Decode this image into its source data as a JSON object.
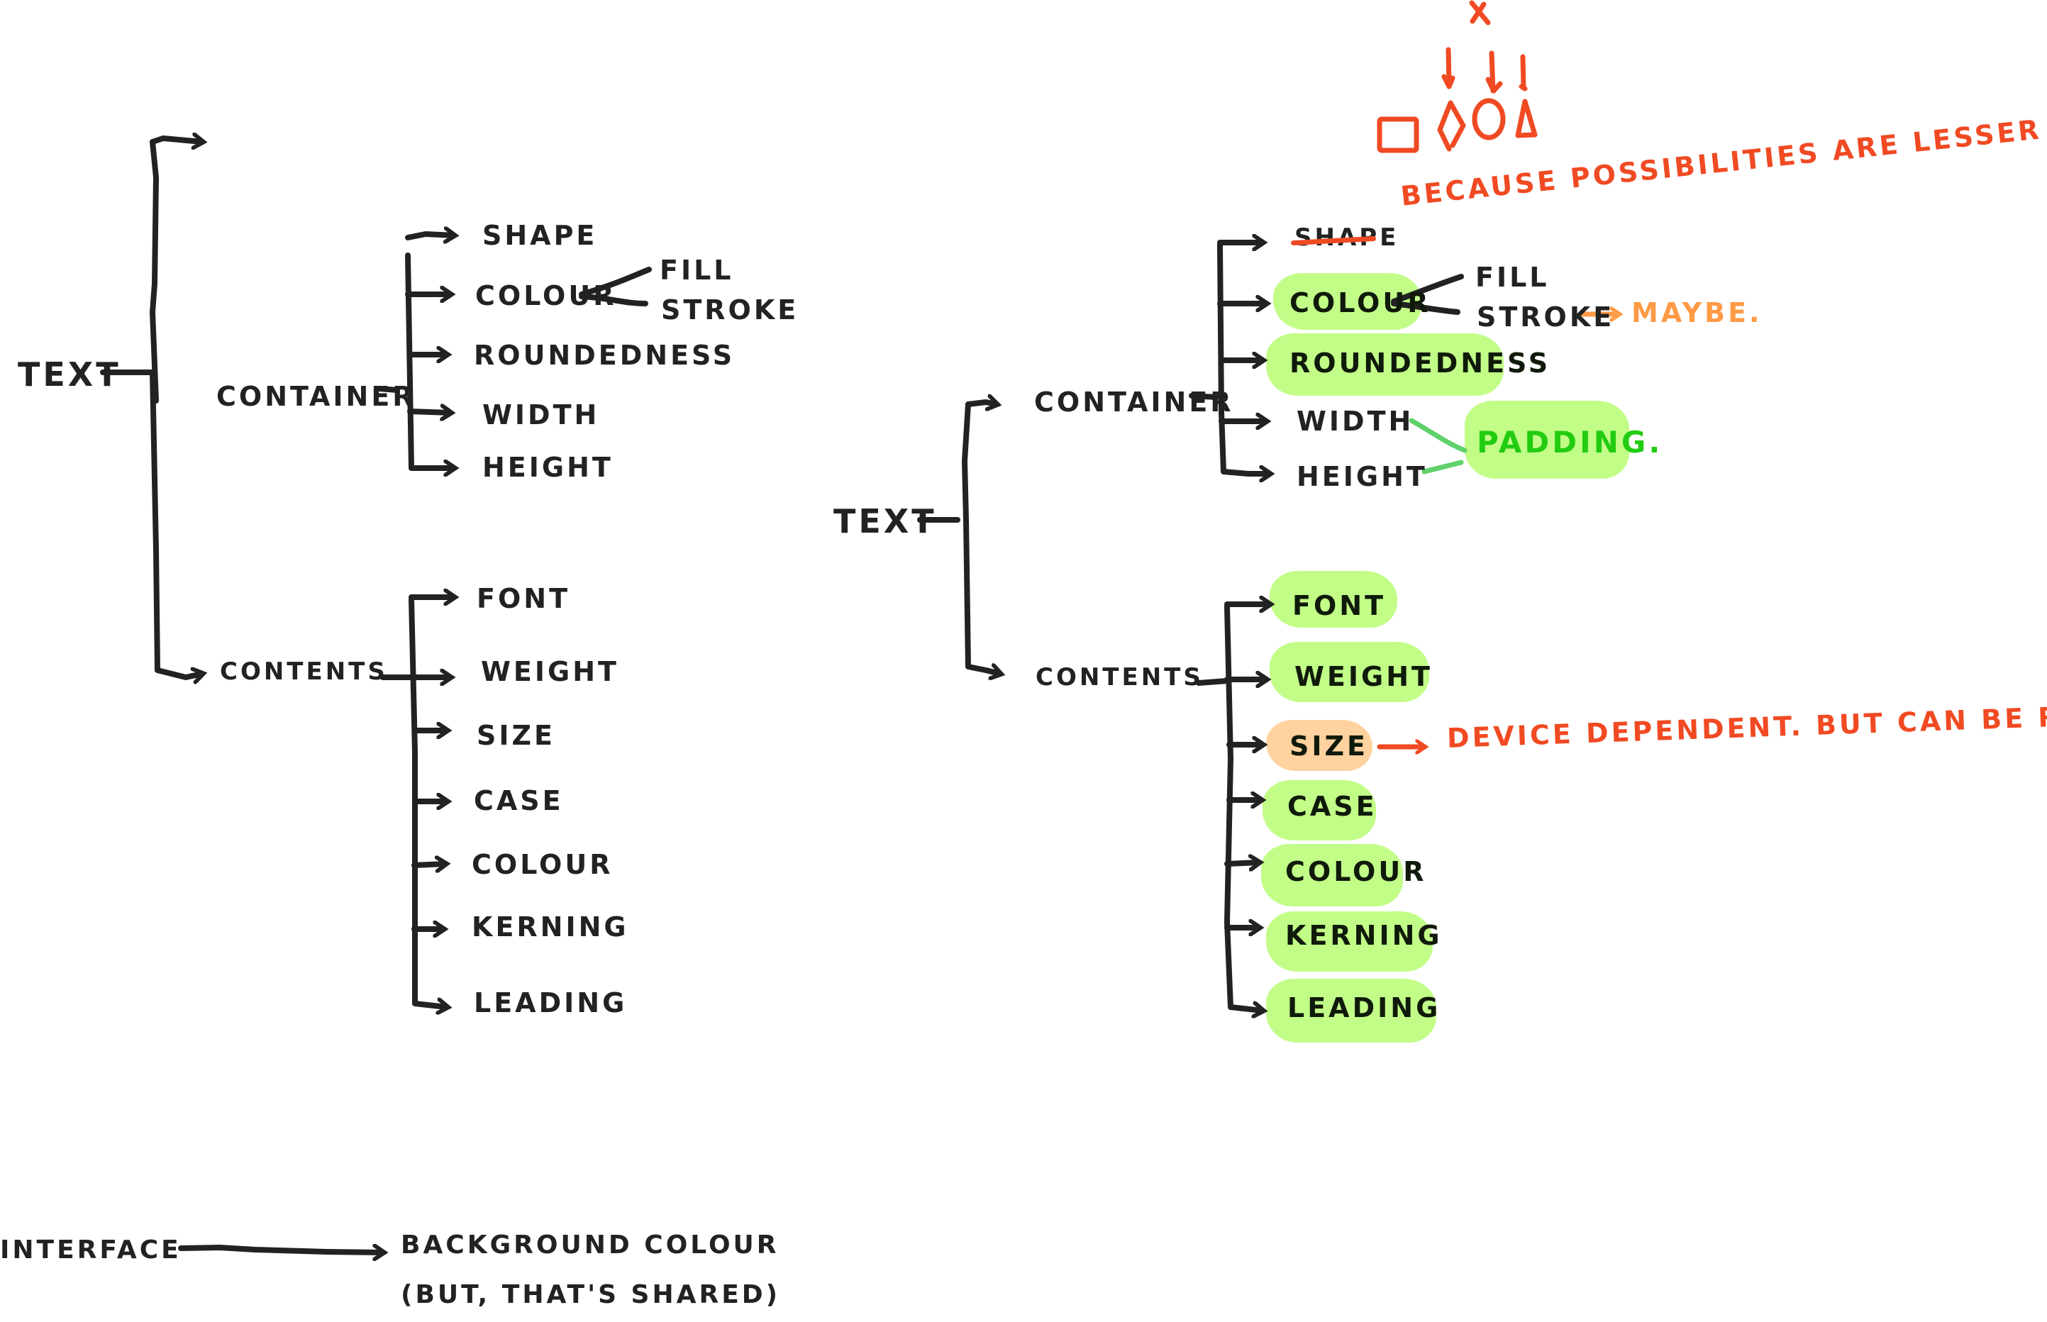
{
  "diagram": {
    "title": "Text properties sketch",
    "colors": {
      "ink": "#222222",
      "annotation_red": "#f04a23",
      "annotation_orange": "#ff9a46",
      "highlight_green": "#c2fd88",
      "highlight_peach": "#ffd29f",
      "padding_green_text": "#22cc11"
    },
    "left_tree": {
      "root": "TEXT",
      "container": {
        "label": "CONTAINER",
        "children": [
          "SHAPE",
          "COLOUR",
          "ROUNDEDNESS",
          "WIDTH",
          "HEIGHT"
        ],
        "colour_children": [
          "FILL",
          "STROKE"
        ]
      },
      "contents": {
        "label": "CONTENTS",
        "children": [
          "FONT",
          "WEIGHT",
          "SIZE",
          "CASE",
          "COLOUR",
          "KERNING",
          "LEADING"
        ]
      }
    },
    "right_tree": {
      "root": "TEXT",
      "container": {
        "label": "CONTAINER",
        "children": [
          {
            "label": "SHAPE",
            "status": "struck-through"
          },
          {
            "label": "COLOUR",
            "status": "highlighted-green"
          },
          {
            "label": "ROUNDEDNESS",
            "status": "highlighted-green"
          },
          {
            "label": "WIDTH",
            "status": "plain"
          },
          {
            "label": "HEIGHT",
            "status": "plain"
          }
        ],
        "colour_children": [
          "FILL",
          "STROKE"
        ],
        "stroke_note": "MAYBE.",
        "width_height_note": "PADDING."
      },
      "contents": {
        "label": "CONTENTS",
        "children": [
          {
            "label": "FONT",
            "status": "highlighted-green"
          },
          {
            "label": "WEIGHT",
            "status": "highlighted-green"
          },
          {
            "label": "SIZE",
            "status": "highlighted-peach"
          },
          {
            "label": "CASE",
            "status": "highlighted-green"
          },
          {
            "label": "COLOUR",
            "status": "highlighted-green"
          },
          {
            "label": "KERNING",
            "status": "highlighted-green"
          },
          {
            "label": "LEADING",
            "status": "highlighted-green"
          }
        ],
        "size_note": "DEVICE DEPENDENT. BUT CAN BE RATIO?"
      },
      "shape_note": "BECAUSE POSSIBILITIES ARE LESSER",
      "shape_options": {
        "rejected_marker": "×",
        "shapes": [
          "rectangle",
          "diamond",
          "circle",
          "triangle"
        ]
      }
    },
    "interface": {
      "label": "INTERFACE",
      "target_line1": "BACKGROUND COLOUR",
      "target_line2": "(BUT, THAT'S SHARED)"
    }
  }
}
